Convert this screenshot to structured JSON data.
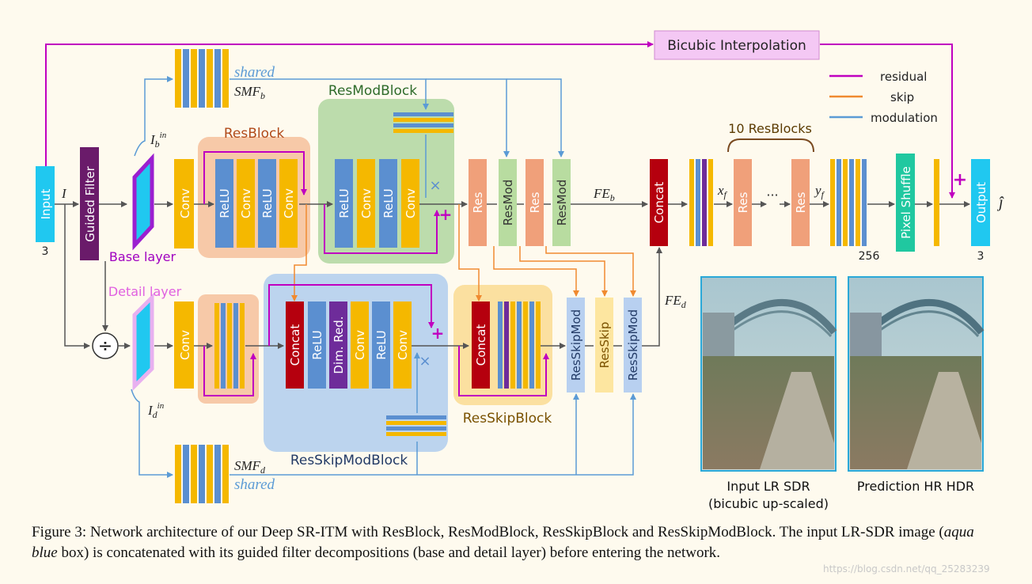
{
  "labels": {
    "input": "Input",
    "input_dim": "3",
    "guided_filter": "Guided Filter",
    "I": "I",
    "base_layer": "Base layer",
    "detail_layer": "Detail layer",
    "ib_in": "I",
    "ib_sub": "b",
    "ib_sup": "in",
    "id_in": "I",
    "id_sub": "d",
    "id_sup": "in",
    "shared": "shared",
    "smf": "SMF",
    "smf_b_sub": "b",
    "smf_d_sub": "d",
    "resblock": "ResBlock",
    "resmodblock": "ResModBlock",
    "resskipblock": "ResSkipBlock",
    "resskipmodblock": "ResSkipModBlock",
    "conv": "Conv",
    "relu": "ReLU",
    "concat": "Concat",
    "dimred": "Dim. Red.",
    "res": "Res",
    "resmod": "ResMod",
    "resskipmod": "ResSkipMod",
    "resskip": "ResSkip",
    "fe": "FE",
    "fe_b_sub": "b",
    "fe_d_sub": "d",
    "ten_resblocks": "10 ResBlocks",
    "xf": "x",
    "yf": "y",
    "f_sub": "f",
    "ellipsis": "···",
    "dim_256": "256",
    "pixel_shuffle": "Pixel Shuffle",
    "output": "Output",
    "output_dim": "3",
    "jhat": "ĵ",
    "bicubic": "Bicubic Interpolation",
    "plus": "+",
    "times": "×",
    "divide": "÷",
    "img1_line1": "Input LR SDR",
    "img1_line2": "(bicubic up-scaled)",
    "img2_line1": "Prediction HR HDR"
  },
  "legend": [
    {
      "label": "residual",
      "color": "#c000c0"
    },
    {
      "label": "skip",
      "color": "#f08a30"
    },
    {
      "label": "modulation",
      "color": "#5b9bd5"
    }
  ],
  "colors": {
    "conv": "#f5b800",
    "relu": "#5b8fd0",
    "concat": "#b5000e",
    "dimred": "#6e2c9a",
    "res": "#f0a07a",
    "resmod": "#b8dca0",
    "resskipmod": "#b8d0f0",
    "resskip": "#fde6a0",
    "input": "#20c8f0",
    "guided": "#6a1b6a",
    "pixelshuffle": "#20c8a0",
    "bicubic": "#f4c8f4"
  },
  "caption": {
    "prefix": "Figure 3: Network architecture of our Deep SR-ITM with ResBlock, ResModBlock, ResSkipBlock and ResSkipModBlock. The input LR-SDR image (",
    "emph": "aqua blue",
    "suffix": " box) is concatenated with its guided filter decompositions (base and detail layer) before entering the network."
  },
  "watermark": "https://blog.csdn.net/qq_25283239"
}
